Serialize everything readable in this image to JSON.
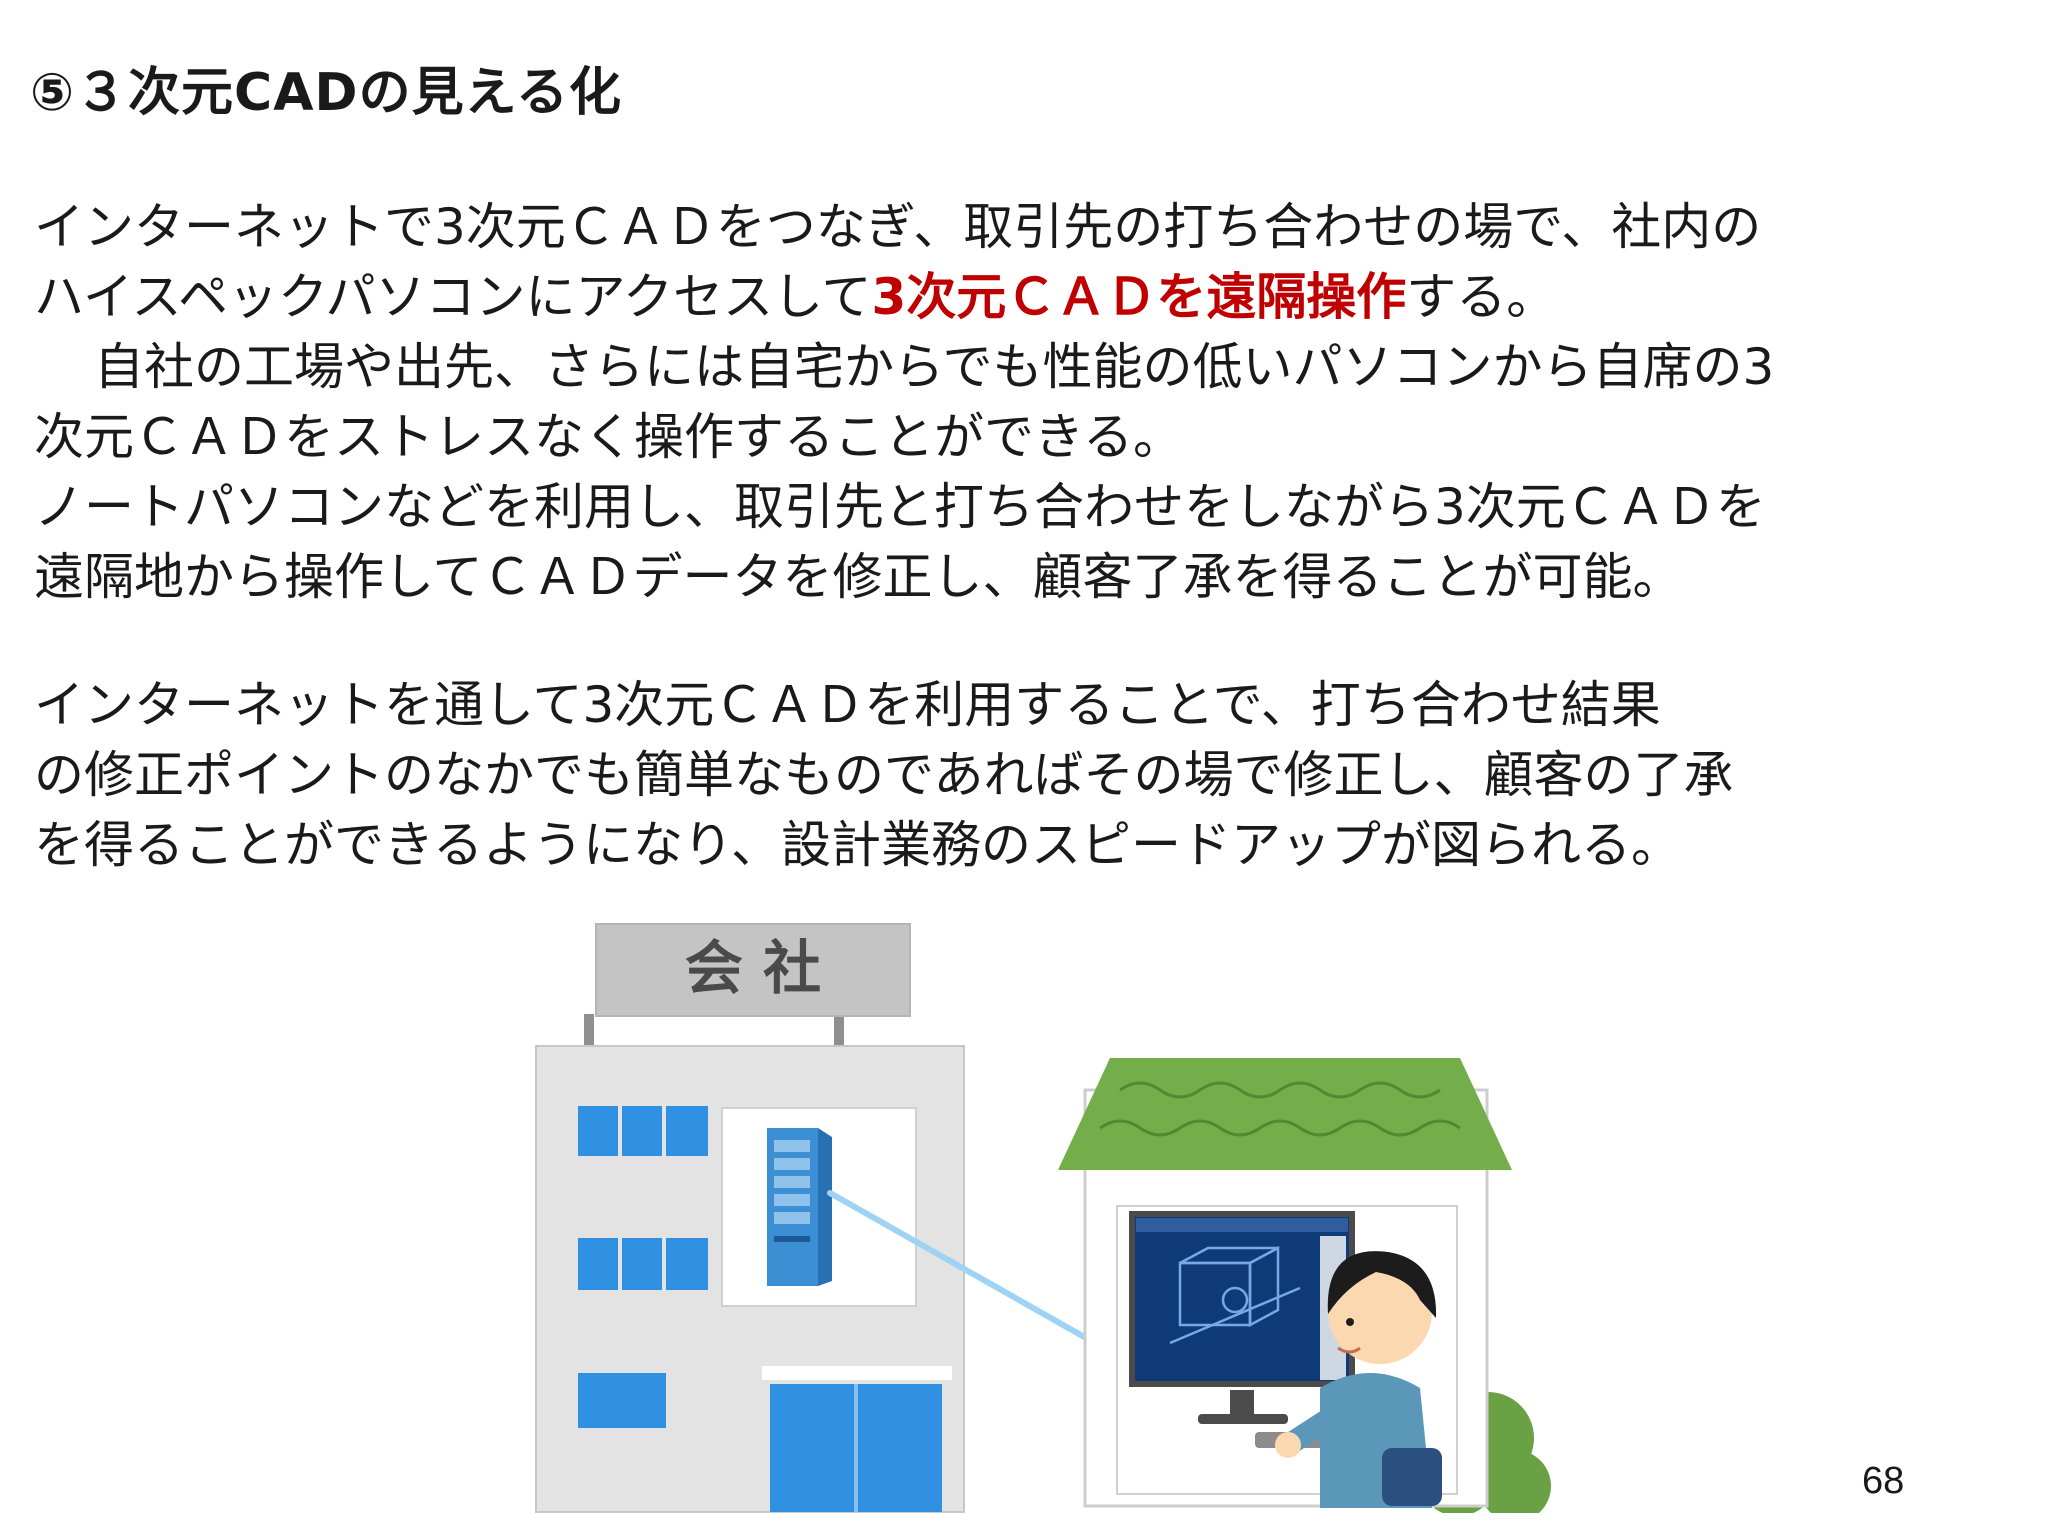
{
  "title": "⑤３次元CADの見える化",
  "paragraph1": {
    "line1": "インターネットで3次元ＣＡＤをつなぎ、取引先の打ち合わせの場で、社内の",
    "line2_before": "ハイスペックパソコンにアクセスして",
    "line2_highlight": "3次元ＣＡＤを遠隔操作",
    "line2_after": "する。",
    "line3": "自社の工場や出先、さらには自宅からでも性能の低いパソコンから自席の3",
    "line4": "次元ＣＡＤをストレスなく操作することができる。",
    "line5": "ノートパソコンなどを利用し、取引先と打ち合わせをしながら3次元ＣＡＤを",
    "line6": "遠隔地から操作してＣＡＤデータを修正し、顧客了承を得ることが可能。"
  },
  "paragraph2": {
    "line1": "インターネットを通して3次元ＣＡＤを利用することで、打ち合わせ結果",
    "line2": "の修正ポイントのなかでも簡単なものであればその場で修正し、顧客の了承",
    "line3": "を得ることができるようになり、設計業務のスピードアップが図られる。"
  },
  "illustration": {
    "company_sign": "会 社",
    "icons": [
      "company-building-icon",
      "server-icon",
      "house-icon",
      "person-at-computer-icon",
      "cad-monitor-icon"
    ],
    "colors": {
      "building": "#e3e3e3",
      "window": "#2f8fe0",
      "roof": "#74ae4a",
      "cable": "#9fd3f3",
      "cad_screen": "#0f3a78",
      "shirt": "#5b97b9"
    }
  },
  "page_number": "68"
}
